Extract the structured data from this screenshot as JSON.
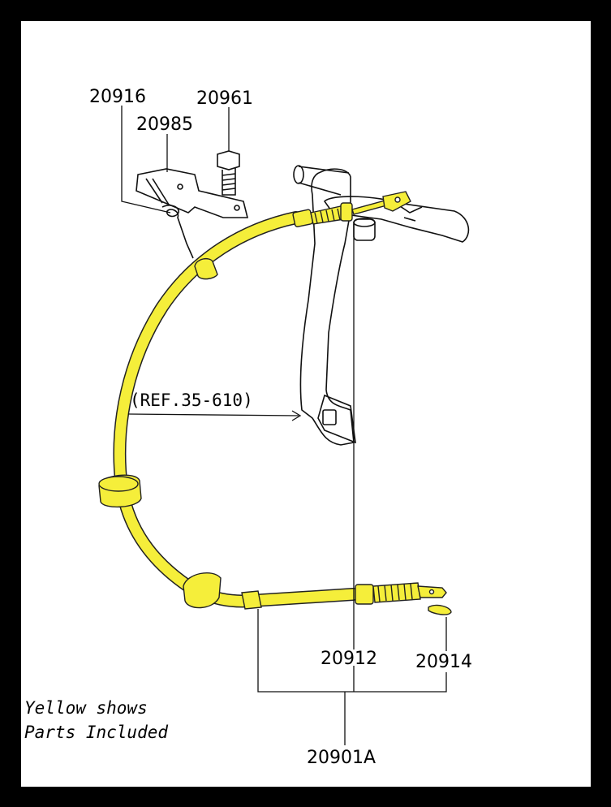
{
  "colors": {
    "highlight": "#f5ee3a",
    "background": "#ffffff",
    "border": "#000000"
  },
  "part_numbers": {
    "p20916": "20916",
    "p20985": "20985",
    "p20961": "20961",
    "p20912": "20912",
    "p20914": "20914",
    "p20901A": "20901A"
  },
  "reference": "(REF.35-610)",
  "legend": {
    "line1": "Yellow shows",
    "line2": "Parts Included"
  }
}
